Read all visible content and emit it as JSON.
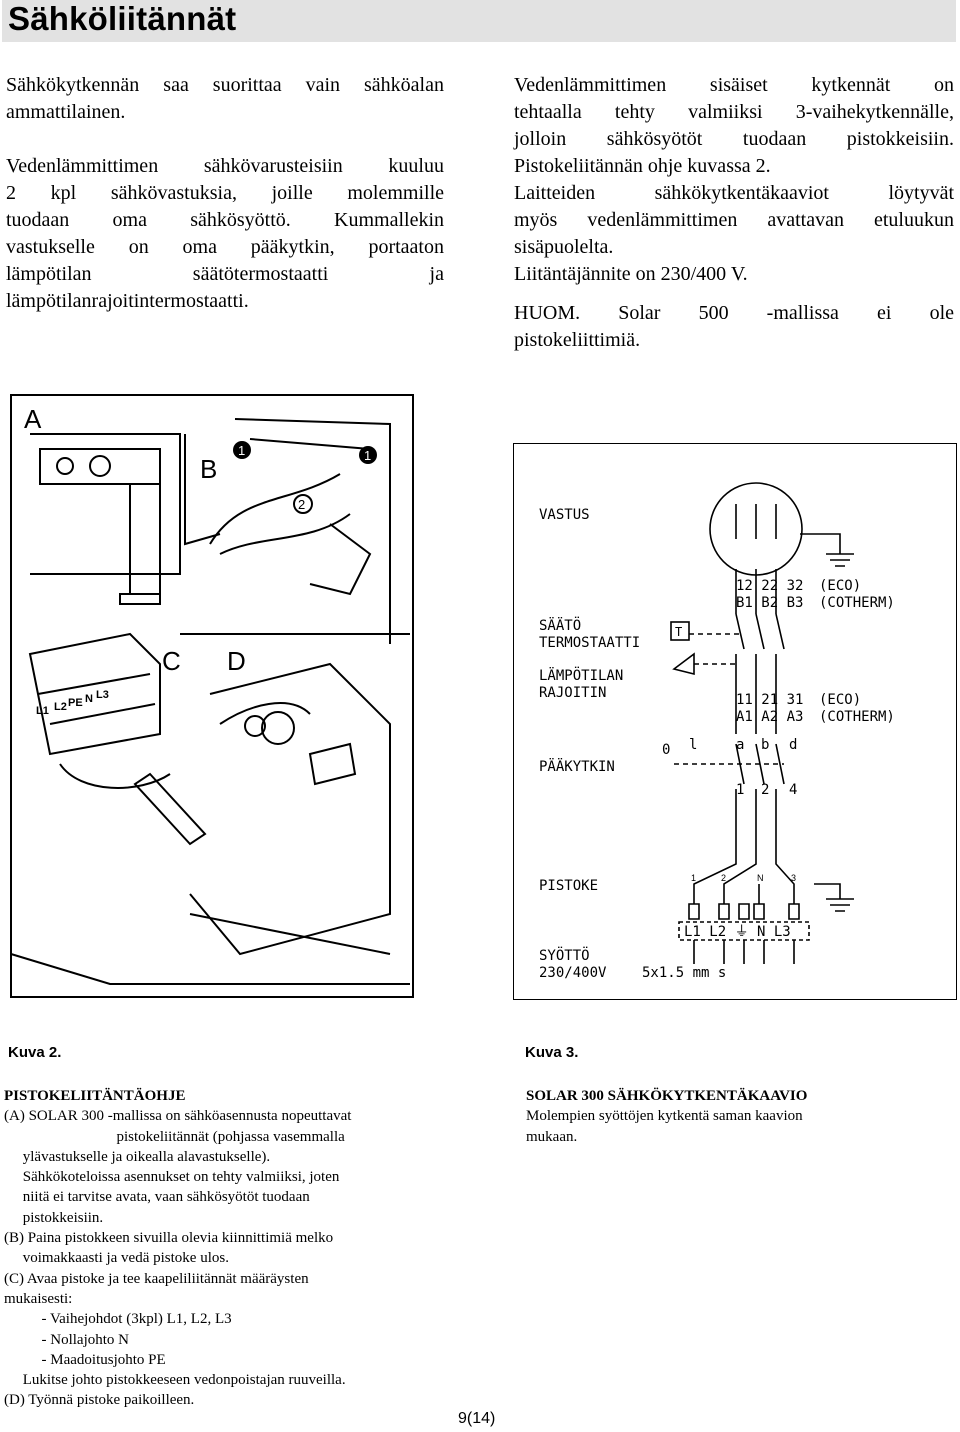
{
  "title": "Sähköliitännät",
  "left_col": {
    "p1": [
      "Sähkökytkennän saa suorittaa vain sähköalan",
      "ammattilainen."
    ],
    "p2": [
      "Vedenlämmittimen sähkövarusteisiin kuuluu",
      "2 kpl sähkövastuksia, joille molemmille",
      "tuodaan oma sähkösyöttö. Kummallekin",
      "vastukselle on oma pääkytkin, portaaton",
      "lämpötilan säätötermostaatti ja",
      "lämpötilanrajoitintermostaatti."
    ]
  },
  "right_col": {
    "p1": [
      "Vedenlämmittimen sisäiset kytkennät on",
      "tehtaalla tehty valmiiksi 3-vaihekytkennälle,",
      "jolloin sähkösyötöt tuodaan pistokkeisiin.",
      "Pistokeliitännän ohje kuvassa 2."
    ],
    "p2": [
      "Laitteiden sähkökytkentäkaaviot löytyvät",
      "myös vedenlämmittimen avattavan etuluukun",
      "sisäpuolelta."
    ],
    "p3": "Liitäntäjännite on 230/400 V.",
    "p4": [
      "HUOM. Solar 500 -mallissa ei ole",
      "pistokeliittimiä."
    ]
  },
  "fig2": {
    "labels": {
      "a": "A",
      "b": "B",
      "c": "C",
      "d": "D"
    },
    "callout_1": "1",
    "callout_2": "2",
    "terminal_labels": [
      "L1",
      "L2",
      "PE",
      "N",
      "L3"
    ]
  },
  "fig3": {
    "vastus": "VASTUS",
    "row1_a": "12 22 32",
    "row1_a_note": "(ECO)",
    "row1_b": "B1 B2 B3",
    "row1_b_note": "(COTHERM)",
    "saato1": "SÄÄTÖ",
    "saato2": "TERMOSTAATTI",
    "t_box": "T",
    "lampo1": "LÄMPÖTILAN",
    "lampo2": "RAJOITIN",
    "row2_a": "11 21 31",
    "row2_a_note": "(ECO)",
    "row2_b": "A1 A2 A3",
    "row2_b_note": "(COTHERM)",
    "switch_labels": [
      "0",
      "l",
      "a",
      "b",
      "d"
    ],
    "paakytkin": "PÄÄKYTKIN",
    "switch_nums": [
      "1",
      "2",
      "4"
    ],
    "pistoke": "PISTOKE",
    "plug_pins": [
      "1",
      "2",
      "N",
      "3"
    ],
    "terminals": "L1 L2 ⏚ N L3",
    "syotto1": "SYÖTTÖ",
    "syotto2": "230/400V",
    "cable": "5x1.5 mm s"
  },
  "kuva2": {
    "caption": "Kuva 2.",
    "heading": "PISTOKELIITÄNTÄOHJE",
    "lines": [
      "(A) SOLAR 300 -mallissa on sähköasennusta nopeuttavat",
      "                              pistokeliitännät (pohjassa vasemmalla",
      "     ylävastukselle ja oikealla alavastukselle).",
      "     Sähkökoteloissa asennukset on tehty valmiiksi, joten",
      "     niitä ei tarvitse avata, vaan sähkösyötöt tuodaan",
      "     pistokkeisiin.",
      "(B) Paina pistokkeen sivuilla olevia kiinnittimiä melko",
      "     voimakkaasti ja vedä pistoke ulos.",
      "(C) Avaa pistoke ja tee kaapeliliitännät määräysten",
      "mukaisesti:",
      "          - Vaihejohdot (3kpl) L1, L2, L3",
      "          - Nollajohto N",
      "          - Maadoitusjohto PE",
      "     Lukitse johto pistokkeeseen vedonpoistajan ruuveilla.",
      "(D) Työnnä pistoke paikoilleen."
    ]
  },
  "kuva3": {
    "caption": "Kuva 3.",
    "heading": "SOLAR 300 SÄHKÖKYTKENTÄKAAVIO",
    "lines": [
      "Molempien syöttöjen kytkentä saman kaavion",
      "mukaan."
    ]
  },
  "page_number": "9(14)"
}
